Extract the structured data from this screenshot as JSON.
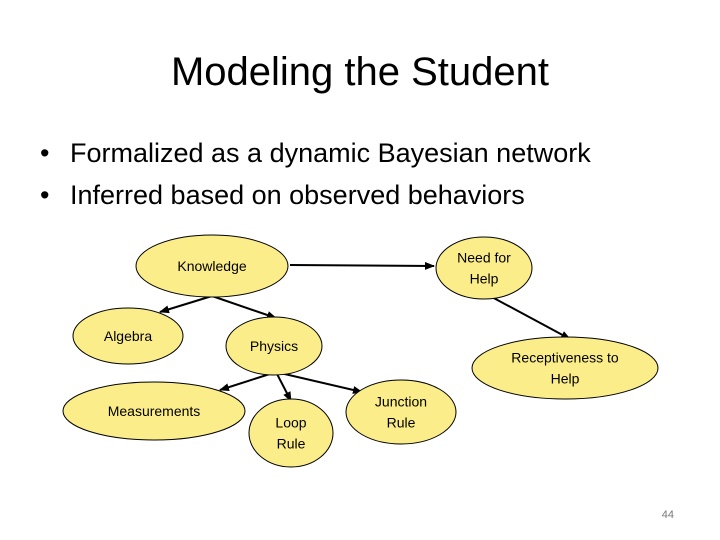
{
  "slide": {
    "title": "Modeling the Student",
    "bullets": [
      "Formalized as a dynamic Bayesian network",
      "Inferred based on observed behaviors"
    ],
    "page_number": "44"
  },
  "diagram": {
    "nodes": [
      {
        "id": "knowledge",
        "lines": [
          "Knowledge"
        ]
      },
      {
        "id": "algebra",
        "lines": [
          "Algebra"
        ]
      },
      {
        "id": "physics",
        "lines": [
          "Physics"
        ]
      },
      {
        "id": "measurements",
        "lines": [
          "Measurements"
        ]
      },
      {
        "id": "loop-rule",
        "lines": [
          "Loop",
          "Rule"
        ]
      },
      {
        "id": "junction-rule",
        "lines": [
          "Junction",
          "Rule"
        ]
      },
      {
        "id": "need-for-help",
        "lines": [
          "Need for",
          "Help"
        ]
      },
      {
        "id": "receptiveness-to-help",
        "lines": [
          "Receptiveness to",
          "Help"
        ]
      }
    ],
    "edges": [
      {
        "from": "knowledge",
        "to": "need-for-help"
      },
      {
        "from": "knowledge",
        "to": "algebra"
      },
      {
        "from": "knowledge",
        "to": "physics"
      },
      {
        "from": "physics",
        "to": "measurements"
      },
      {
        "from": "physics",
        "to": "loop-rule"
      },
      {
        "from": "physics",
        "to": "junction-rule"
      },
      {
        "from": "need-for-help",
        "to": "receptiveness-to-help"
      }
    ],
    "colors": {
      "node_fill": "#fbee8a",
      "node_stroke": "#000000",
      "edge": "#000000"
    }
  }
}
